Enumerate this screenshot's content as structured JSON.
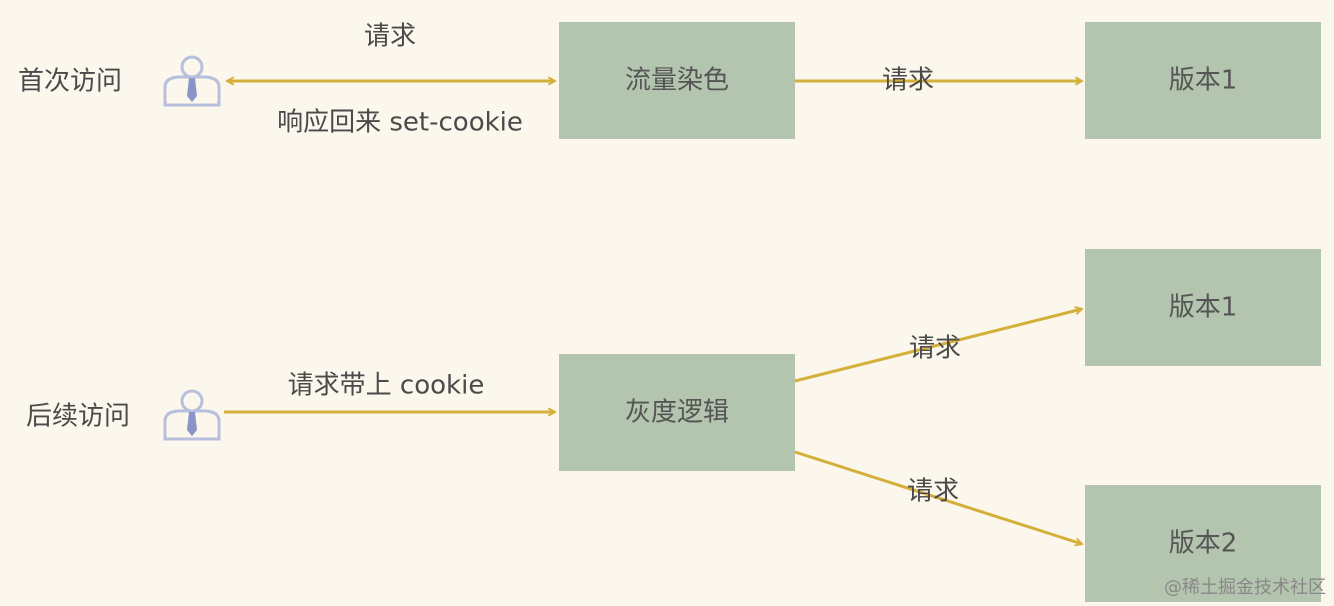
{
  "row1": {
    "label": "首次访问",
    "request_top_label": "请求",
    "response_label": "响应回来 set-cookie",
    "middle_box": "流量染色",
    "forward_label": "请求",
    "target_box": "版本1"
  },
  "row2": {
    "label": "后续访问",
    "request_label": "请求带上 cookie",
    "middle_box": "灰度逻辑",
    "upper_label": "请求",
    "upper_box": "版本1",
    "lower_label": "请求",
    "lower_box": "版本2"
  },
  "watermark": "@稀土掘金技术社区",
  "colors": {
    "background": "#fbf7ed",
    "box": "#b3c5ae",
    "arrow": "#d4b03a",
    "user_icon": "#b8bfdd"
  }
}
